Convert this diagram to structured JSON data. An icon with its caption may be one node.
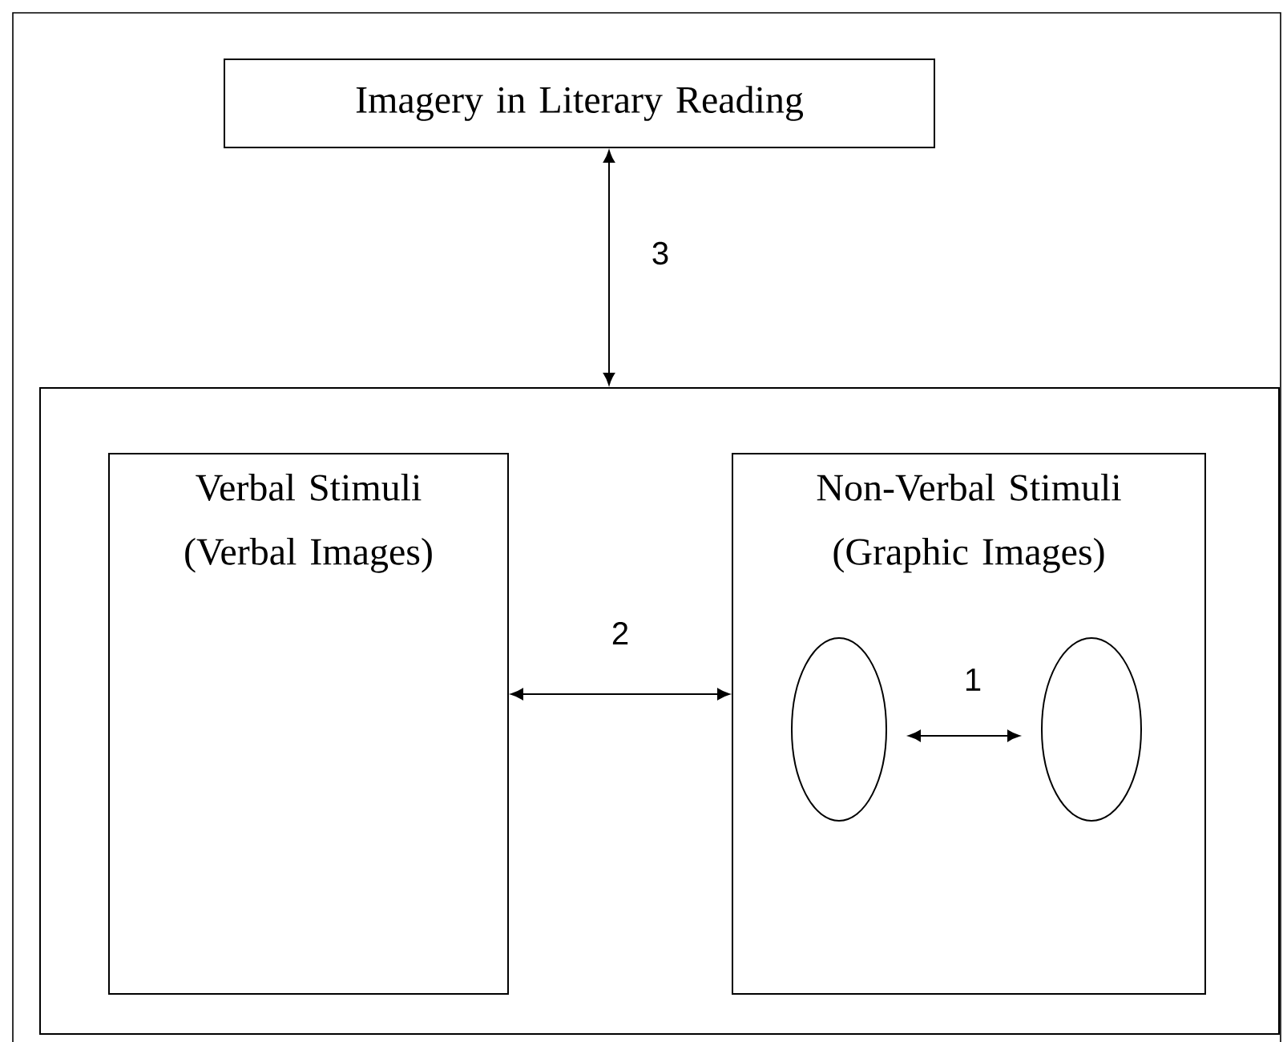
{
  "diagram": {
    "nodes": [
      {
        "text": [
          "Imagery in Literary Reading"
        ]
      },
      {
        "text": [],
        "shape": "box"
      },
      {
        "text": [
          "Verbal Stimuli (Verbal Images)"
        ],
        "in": 1
      },
      {
        "text": [
          "Non-Verbal Stimuli (Graphic Images)"
        ],
        "in": 1
      },
      {
        "text": [],
        "shape": "ellipse",
        "in": 3
      },
      {
        "text": [],
        "shape": "ellipse",
        "in": 3
      }
    ],
    "edges": [
      {
        "from": 0,
        "to": 1,
        "arrow": "both",
        "label": "3"
      },
      {
        "from": 2,
        "to": 3,
        "arrow": "both",
        "label": "2"
      },
      {
        "from": 4,
        "to": 5,
        "arrow": "both",
        "label": "1"
      }
    ]
  }
}
